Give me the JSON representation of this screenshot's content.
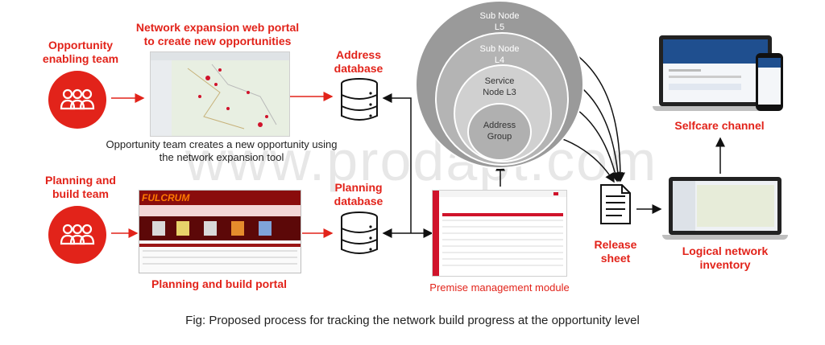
{
  "teams": {
    "opportunity": "Opportunity\nenabling team",
    "planning": "Planning and\nbuild team"
  },
  "portals": {
    "web_portal_title": "Network expansion web portal\nto create new opportunities",
    "web_portal_caption": "Opportunity team creates a new opportunity using\nthe network expansion tool",
    "fulcrum_title": "FULCRUM",
    "planning_portal_title": "Planning and build portal"
  },
  "databases": {
    "address": "Address\ndatabase",
    "planning": "Planning\ndatabase"
  },
  "nodes": {
    "l5": "Sub Node\nL5",
    "l4": "Sub Node\nL4",
    "l3": "Service\nNode L3",
    "address_group": "Address\nGroup"
  },
  "premise_module": "Premise management module",
  "release_sheet": "Release\nsheet",
  "selfcare": "Selfcare channel",
  "logical_inventory": "Logical network\ninventory",
  "watermark": "www.prodapt.com",
  "caption": "Fig: Proposed process for tracking the network build progress at the opportunity level",
  "colors": {
    "brand_red": "#e2231a",
    "node_l5": "#9a9a9a",
    "node_l4": "#b4b4b4",
    "node_l3": "#d0d0d0",
    "node_address": "#b0b0b0"
  }
}
